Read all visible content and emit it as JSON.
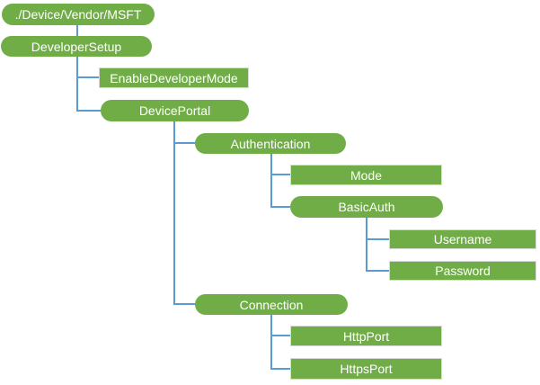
{
  "diagram": {
    "type": "tree",
    "description": "Hierarchy diagram of configuration service provider nodes",
    "colors": {
      "node_fill": "#70AD47",
      "node_text": "#FFFFFF",
      "connector": "#5B9BD5",
      "rect_border": "#D9D9D9",
      "background": "#FFFFFF"
    },
    "nodes": {
      "root": {
        "label": "./Device/Vendor/MSFT",
        "shape": "pill",
        "parent": null
      },
      "developer_setup": {
        "label": "DeveloperSetup",
        "shape": "pill",
        "parent": "root"
      },
      "enable_developer_mode": {
        "label": "EnableDeveloperMode",
        "shape": "rect",
        "parent": "developer_setup"
      },
      "device_portal": {
        "label": "DevicePortal",
        "shape": "pill",
        "parent": "developer_setup"
      },
      "authentication": {
        "label": "Authentication",
        "shape": "pill",
        "parent": "device_portal"
      },
      "mode": {
        "label": "Mode",
        "shape": "rect",
        "parent": "authentication"
      },
      "basic_auth": {
        "label": "BasicAuth",
        "shape": "pill",
        "parent": "authentication"
      },
      "username": {
        "label": "Username",
        "shape": "rect",
        "parent": "basic_auth"
      },
      "password": {
        "label": "Password",
        "shape": "rect",
        "parent": "basic_auth"
      },
      "connection": {
        "label": "Connection",
        "shape": "pill",
        "parent": "device_portal"
      },
      "http_port": {
        "label": "HttpPort",
        "shape": "rect",
        "parent": "connection"
      },
      "https_port": {
        "label": "HttpsPort",
        "shape": "rect",
        "parent": "connection"
      }
    }
  }
}
